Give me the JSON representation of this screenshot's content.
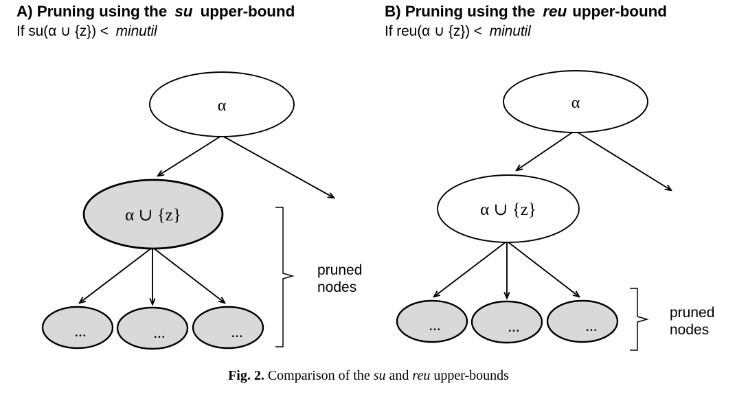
{
  "figure": {
    "caption_prefix": "Fig. 2.",
    "caption_body_1": "Comparison of the",
    "caption_em_1": "su",
    "caption_body_2": "and",
    "caption_em_2": "reu",
    "caption_body_3": "upper-bounds"
  },
  "colors": {
    "node_fill_pruned": "#d9d9d9",
    "node_fill_plain": "#ffffff",
    "stroke": "#000000",
    "background": "#ffffff"
  },
  "panels": [
    {
      "id": "A",
      "heading_prefix": "A) Pruning using the",
      "heading_em": "su",
      "heading_suffix": "upper-bound",
      "condition_prefix": "If su(α ∪ {z}) <",
      "condition_em": "minutil",
      "bracket_label_line1": "pruned",
      "bracket_label_line2": "nodes",
      "nodes": {
        "root": "α",
        "middle": "α ∪ {z}",
        "leaves": [
          "...",
          "...",
          "..."
        ]
      },
      "middle_node_pruned": true
    },
    {
      "id": "B",
      "heading_prefix": "B) Pruning using the",
      "heading_em": "reu",
      "heading_suffix": "upper-bound",
      "condition_prefix": "If reu(α ∪ {z}) <",
      "condition_em": "minutil",
      "bracket_label_line1": "pruned",
      "bracket_label_line2": "nodes",
      "nodes": {
        "root": "α",
        "middle": "α ∪ {z}",
        "leaves": [
          "...",
          "...",
          "..."
        ]
      },
      "middle_node_pruned": false
    }
  ]
}
